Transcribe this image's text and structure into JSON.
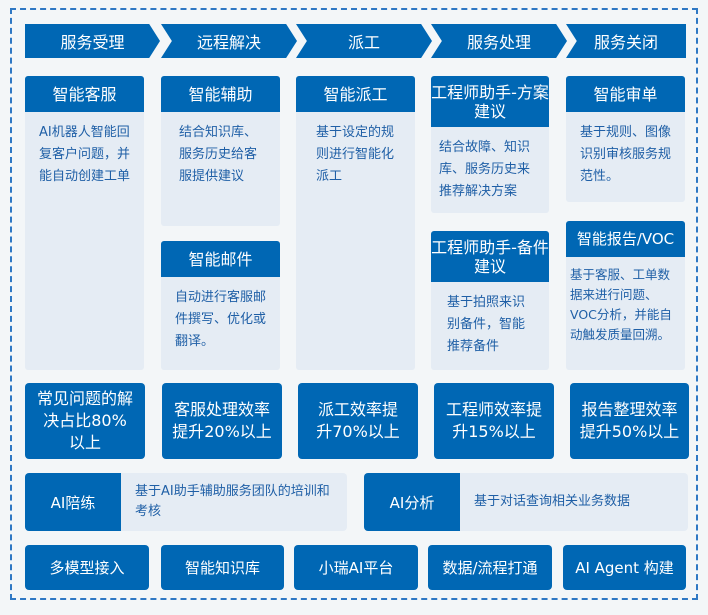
{
  "stages": [
    "服务受理",
    "远程解决",
    "派工",
    "服务处理",
    "服务关闭"
  ],
  "cards": [
    {
      "title": "智能客服",
      "desc": "AI机器人智能回复客户问题，并能自动创建工单"
    },
    {
      "title": "智能辅助",
      "desc": "结合知识库、服务历史给客服提供建议"
    },
    {
      "title": "智能邮件",
      "desc": "自动进行客服邮件撰写、优化或翻译。"
    },
    {
      "title": "智能派工",
      "desc": "基于设定的规则进行智能化派工"
    },
    {
      "title": "工程师助手-方案建议",
      "desc": "结合故障、知识库、服务历史来推荐解决方案"
    },
    {
      "title": "工程师助手-备件建议",
      "desc": "基于拍照来识别备件，智能推荐备件"
    },
    {
      "title": "智能审单",
      "desc": "基于规则、图像识别审核服务规范性。"
    },
    {
      "title": "智能报告/VOC",
      "desc": "基于客服、工单数据来进行问题、VOC分析，并能自动触发质量回溯。"
    }
  ],
  "metrics": [
    "常见问题的解决占比80%以上",
    "客服处理效率提升20%以上",
    "派工效率提升70%以上",
    "工程师效率提升15%以上",
    "报告整理效率提升50%以上"
  ],
  "ai": [
    {
      "label": "AI陪练",
      "desc": "基于AI助手辅助服务团队的培训和考核"
    },
    {
      "label": "AI分析",
      "desc": "基于对话查询相关业务数据"
    }
  ],
  "foundation": [
    "多模型接入",
    "智能知识库",
    "小瑞AI平台",
    "数据/流程打通",
    "AI Agent 构建"
  ]
}
